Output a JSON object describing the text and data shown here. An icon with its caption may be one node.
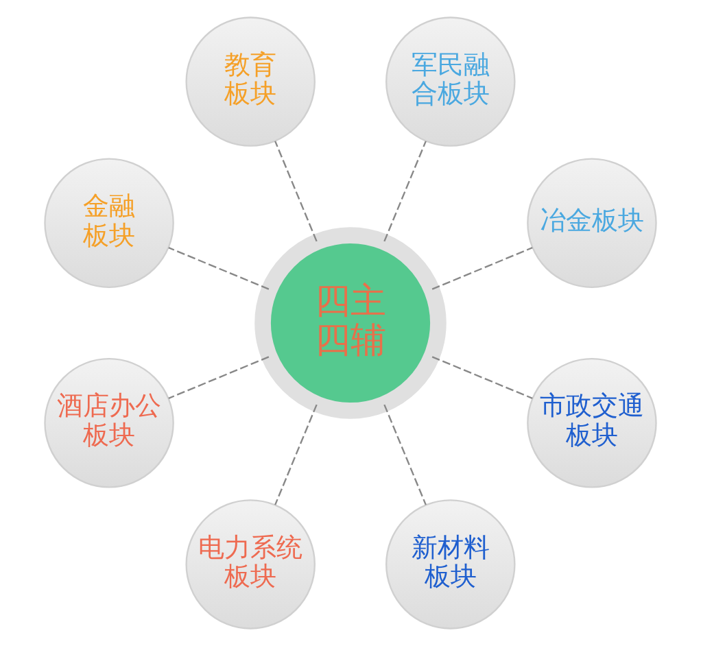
{
  "diagram": {
    "nodes": [
      {
        "text": [
          "四主四辅"
        ]
      },
      {
        "text": [
          "冶金板块"
        ]
      },
      {
        "text": [
          "军民融合板块"
        ]
      },
      {
        "text": [
          "教育板块"
        ]
      },
      {
        "text": [
          "金融板块"
        ]
      },
      {
        "text": [
          "酒店办公板块"
        ]
      },
      {
        "text": [
          "电力系统板块"
        ]
      },
      {
        "text": [
          "新材料板块"
        ]
      },
      {
        "text": [
          "市政交通板块"
        ]
      }
    ],
    "edges": [
      {
        "from": 0,
        "to": 1,
        "arrow": "none",
        "style": "dashed"
      },
      {
        "from": 0,
        "to": 2,
        "arrow": "none",
        "style": "dashed"
      },
      {
        "from": 0,
        "to": 4,
        "arrow": "none",
        "style": "dashed"
      },
      {
        "from": 0,
        "to": 6,
        "arrow": "none",
        "style": "dashed"
      },
      {
        "from": 0,
        "to": 8,
        "arrow": "none",
        "style": "dashed"
      },
      {
        "from": 0,
        "to": 7,
        "arrow": "none",
        "style": "dashed"
      },
      {
        "from": 0,
        "to": 5,
        "arrow": "none",
        "style": "dashed"
      },
      {
        "from": 0,
        "to": 3,
        "arrow": "none",
        "style": "dashed"
      }
    ]
  }
}
